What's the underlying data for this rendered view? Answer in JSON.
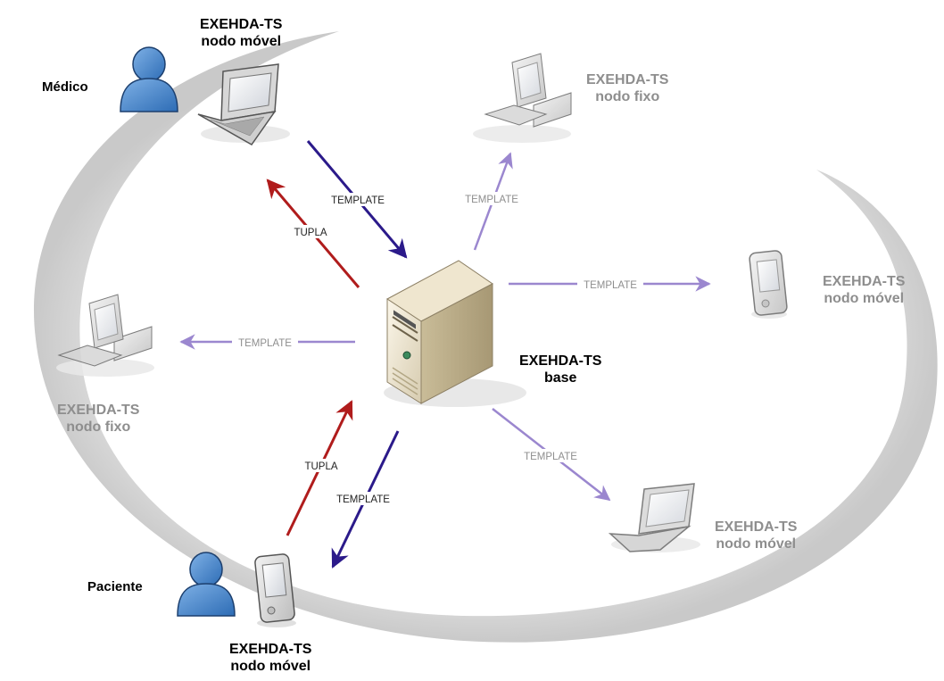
{
  "actors": {
    "medico": "Médico",
    "paciente": "Paciente"
  },
  "nodes": {
    "base": {
      "line1": "EXEHDA-TS",
      "line2": "base"
    },
    "medico_laptop": {
      "line1": "EXEHDA-TS",
      "line2": "nodo móvel"
    },
    "top_right_desktop": {
      "line1": "EXEHDA-TS",
      "line2": "nodo fixo"
    },
    "right_pda": {
      "line1": "EXEHDA-TS",
      "line2": "nodo móvel"
    },
    "left_desktop": {
      "line1": "EXEHDA-TS",
      "line2": "nodo fixo"
    },
    "bottom_right_laptop": {
      "line1": "EXEHDA-TS",
      "line2": "nodo móvel"
    },
    "paciente_pda": {
      "line1": "EXEHDA-TS",
      "line2": "nodo móvel"
    }
  },
  "edges": {
    "medico_template": "TEMPLATE",
    "medico_tupla": "TUPLA",
    "top_right_template": "TEMPLATE",
    "right_template": "TEMPLATE",
    "left_template": "TEMPLATE",
    "bottom_right_template": "TEMPLATE",
    "paciente_tupla": "TUPLA",
    "paciente_template": "TEMPLATE"
  },
  "colors": {
    "template_active": "#2b1a8a",
    "tupla": "#b01c1c",
    "template_inactive": "#9b87cf",
    "ring": "#d6d6d6",
    "inactive_text": "#8e8e8e"
  }
}
